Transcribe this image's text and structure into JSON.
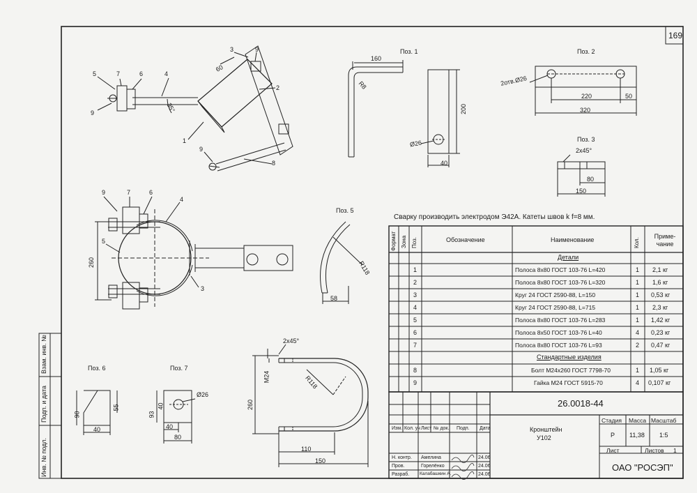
{
  "sheet_number": "169",
  "pos_labels": {
    "pos1": "Поз. 1",
    "pos2": "Поз. 2",
    "pos3": "Поз. 3",
    "pos5": "Поз. 5",
    "pos6": "Поз. 6",
    "pos7": "Поз. 7"
  },
  "dims": {
    "d160": "160",
    "r8": "R8",
    "d200": "200",
    "d26_pos1": "Ø26",
    "d40_pos1": "40",
    "holes_pos2": "2отв.Ø26",
    "d220": "220",
    "d50": "50",
    "d320": "320",
    "chamfer_pos3": "2x45°",
    "d80_pos3": "80",
    "d150_pos3": "150",
    "d60": "60",
    "angle35": "35°",
    "d260_main": "260",
    "r118_pos5": "R118",
    "d58": "58",
    "chamfer_u": "2x45°",
    "m24": "M24",
    "d260_u": "260",
    "r118_u": "R118",
    "d110": "110",
    "d150_u": "150",
    "d90": "90",
    "d55": "55",
    "d40_pos6": "40",
    "d93": "93",
    "d40_pos7": "40",
    "d26_pos7": "Ø26",
    "d80_pos7": "80",
    "d40b_pos7": "40"
  },
  "callouts": [
    "1",
    "2",
    "3",
    "4",
    "5",
    "6",
    "7",
    "8",
    "9"
  ],
  "weld_note": "Сварку производить электродом Э42А. Катеты швов k f=8 мм.",
  "spec_table": {
    "headers": {
      "format": "Формат",
      "zone": "Зона",
      "pos": "Поз.",
      "designation": "Обозначение",
      "name": "Наименование",
      "qty": "Кол.",
      "note": "Приме-чание"
    },
    "section_details": "Детали",
    "section_standard": "Стандартные изделия",
    "rows": [
      {
        "pos": "1",
        "name": "Полоса 8х80 ГОСТ 103-76 L=420",
        "qty": "1",
        "note": "2,1 кг"
      },
      {
        "pos": "2",
        "name": "Полоса 8х80 ГОСТ 103-76 L=320",
        "qty": "1",
        "note": "1,6 кг"
      },
      {
        "pos": "3",
        "name": "Круг 24 ГОСТ 2590-88, L=150",
        "qty": "1",
        "note": "0,53 кг"
      },
      {
        "pos": "4",
        "name": "Круг 24 ГОСТ 2590-88, L=715",
        "qty": "1",
        "note": "2,3 кг"
      },
      {
        "pos": "5",
        "name": "Полоса 8х80 ГОСТ 103-76 L=283",
        "qty": "1",
        "note": "1,42 кг"
      },
      {
        "pos": "6",
        "name": "Полоса 8х50 ГОСТ 103-76 L=40",
        "qty": "4",
        "note": "0,23 кг"
      },
      {
        "pos": "7",
        "name": "Полоса 8х80 ГОСТ 103-76 L=93",
        "qty": "2",
        "note": "0,47 кг"
      }
    ],
    "std_rows": [
      {
        "pos": "8",
        "name": "Болт М24х260 ГОСТ 7798-70",
        "qty": "1",
        "note": "1,05 кг"
      },
      {
        "pos": "9",
        "name": "Гайка М24 ГОСТ 5915-70",
        "qty": "4",
        "note": "0,107 кг"
      }
    ]
  },
  "title_block": {
    "doc_number": "26.0018-44",
    "title_line1": "Кронштейн",
    "title_line2": "У102",
    "stage_label": "Стадия",
    "mass_label": "Масса",
    "scale_label": "Масштаб",
    "stage": "Р",
    "mass": "11,38",
    "scale": "1:5",
    "sheet_label": "Лист",
    "sheets_label": "Листов",
    "sheets": "1",
    "company": "ОАО \"РОСЭП\"",
    "change_cols": [
      "Изм.",
      "Кол. уч",
      "Лист",
      "№ док.",
      "Подп.",
      "Дата"
    ],
    "signers": [
      {
        "role": "Н. контр.",
        "name": "Амелина",
        "date": "24.06"
      },
      {
        "role": "Пров.",
        "name": "Горелёнко",
        "date": "24.06"
      },
      {
        "role": "Разраб.",
        "name": "Калабашкин А.",
        "date": "24.06"
      }
    ]
  },
  "side_stamp": {
    "inv_orig": "Инв. № подл.",
    "sign_date": "Подп. и дата",
    "inv_repl": "Взам. инв. №"
  }
}
